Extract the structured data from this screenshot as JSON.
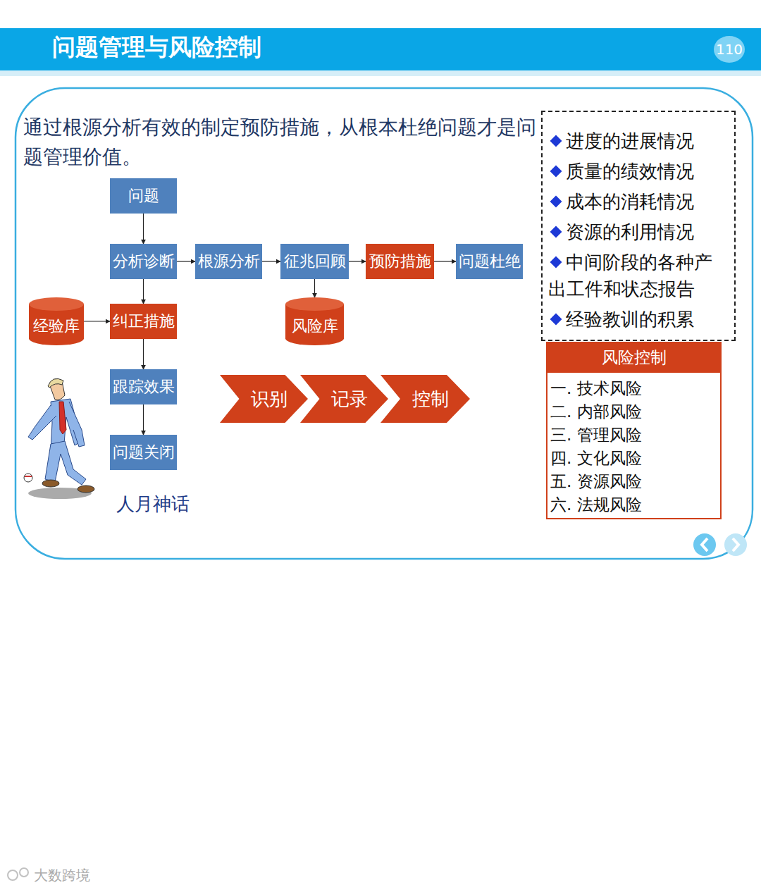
{
  "diagram": {
    "title": "问题管理与风险控制",
    "nodes": [
      {
        "text": [
          "问题"
        ]
      },
      {
        "text": [
          "分析诊断"
        ]
      },
      {
        "text": [
          "根源分析"
        ]
      },
      {
        "text": [
          "征兆回顾"
        ]
      },
      {
        "text": [
          "预防措施"
        ]
      },
      {
        "text": [
          "问题杜绝"
        ]
      },
      {
        "text": [
          "经验库"
        ]
      },
      {
        "text": [
          "纠正措施"
        ]
      },
      {
        "text": [
          "风险库"
        ]
      },
      {
        "text": [
          "跟踪效果"
        ]
      },
      {
        "text": [
          "问题关闭"
        ]
      },
      {
        "text": [
          "识别"
        ]
      },
      {
        "text": [
          "记录"
        ]
      },
      {
        "text": [
          "控制"
        ]
      },
      {
        "text": [
          "进度的进展情况",
          "质量的绩效情况",
          "成本的消耗情况",
          "资源的利用情况",
          "中间阶段的各种产出工件和状态报告",
          "经验教训的积累"
        ]
      },
      {
        "text": [
          "风险控制",
          "一.   技术风险",
          "二.   内部风险",
          "三.   管理风险",
          "四.   文化风险",
          "五.   资源风险",
          "六.   法规风险"
        ]
      },
      {
        "text": [
          "110"
        ]
      }
    ],
    "edges": [
      {
        "from": 0,
        "to": 1,
        "arrow": "to"
      },
      {
        "from": 1,
        "to": 2,
        "arrow": "to"
      },
      {
        "from": 2,
        "to": 3,
        "arrow": "to"
      },
      {
        "from": 3,
        "to": 4,
        "arrow": "to"
      },
      {
        "from": 4,
        "to": 5,
        "arrow": "to"
      },
      {
        "from": 1,
        "to": 7,
        "arrow": "to"
      },
      {
        "from": 3,
        "to": 8,
        "arrow": "to"
      },
      {
        "from": 6,
        "to": 7,
        "arrow": "to"
      },
      {
        "from": 7,
        "to": 9,
        "arrow": "to"
      },
      {
        "from": 9,
        "to": 10,
        "arrow": "to"
      }
    ],
    "labels": [
      "通过根源分析有效的制定预防措施，从根本杜绝问题才是问题管理价值。",
      "人月神话",
      "大数跨境"
    ]
  }
}
